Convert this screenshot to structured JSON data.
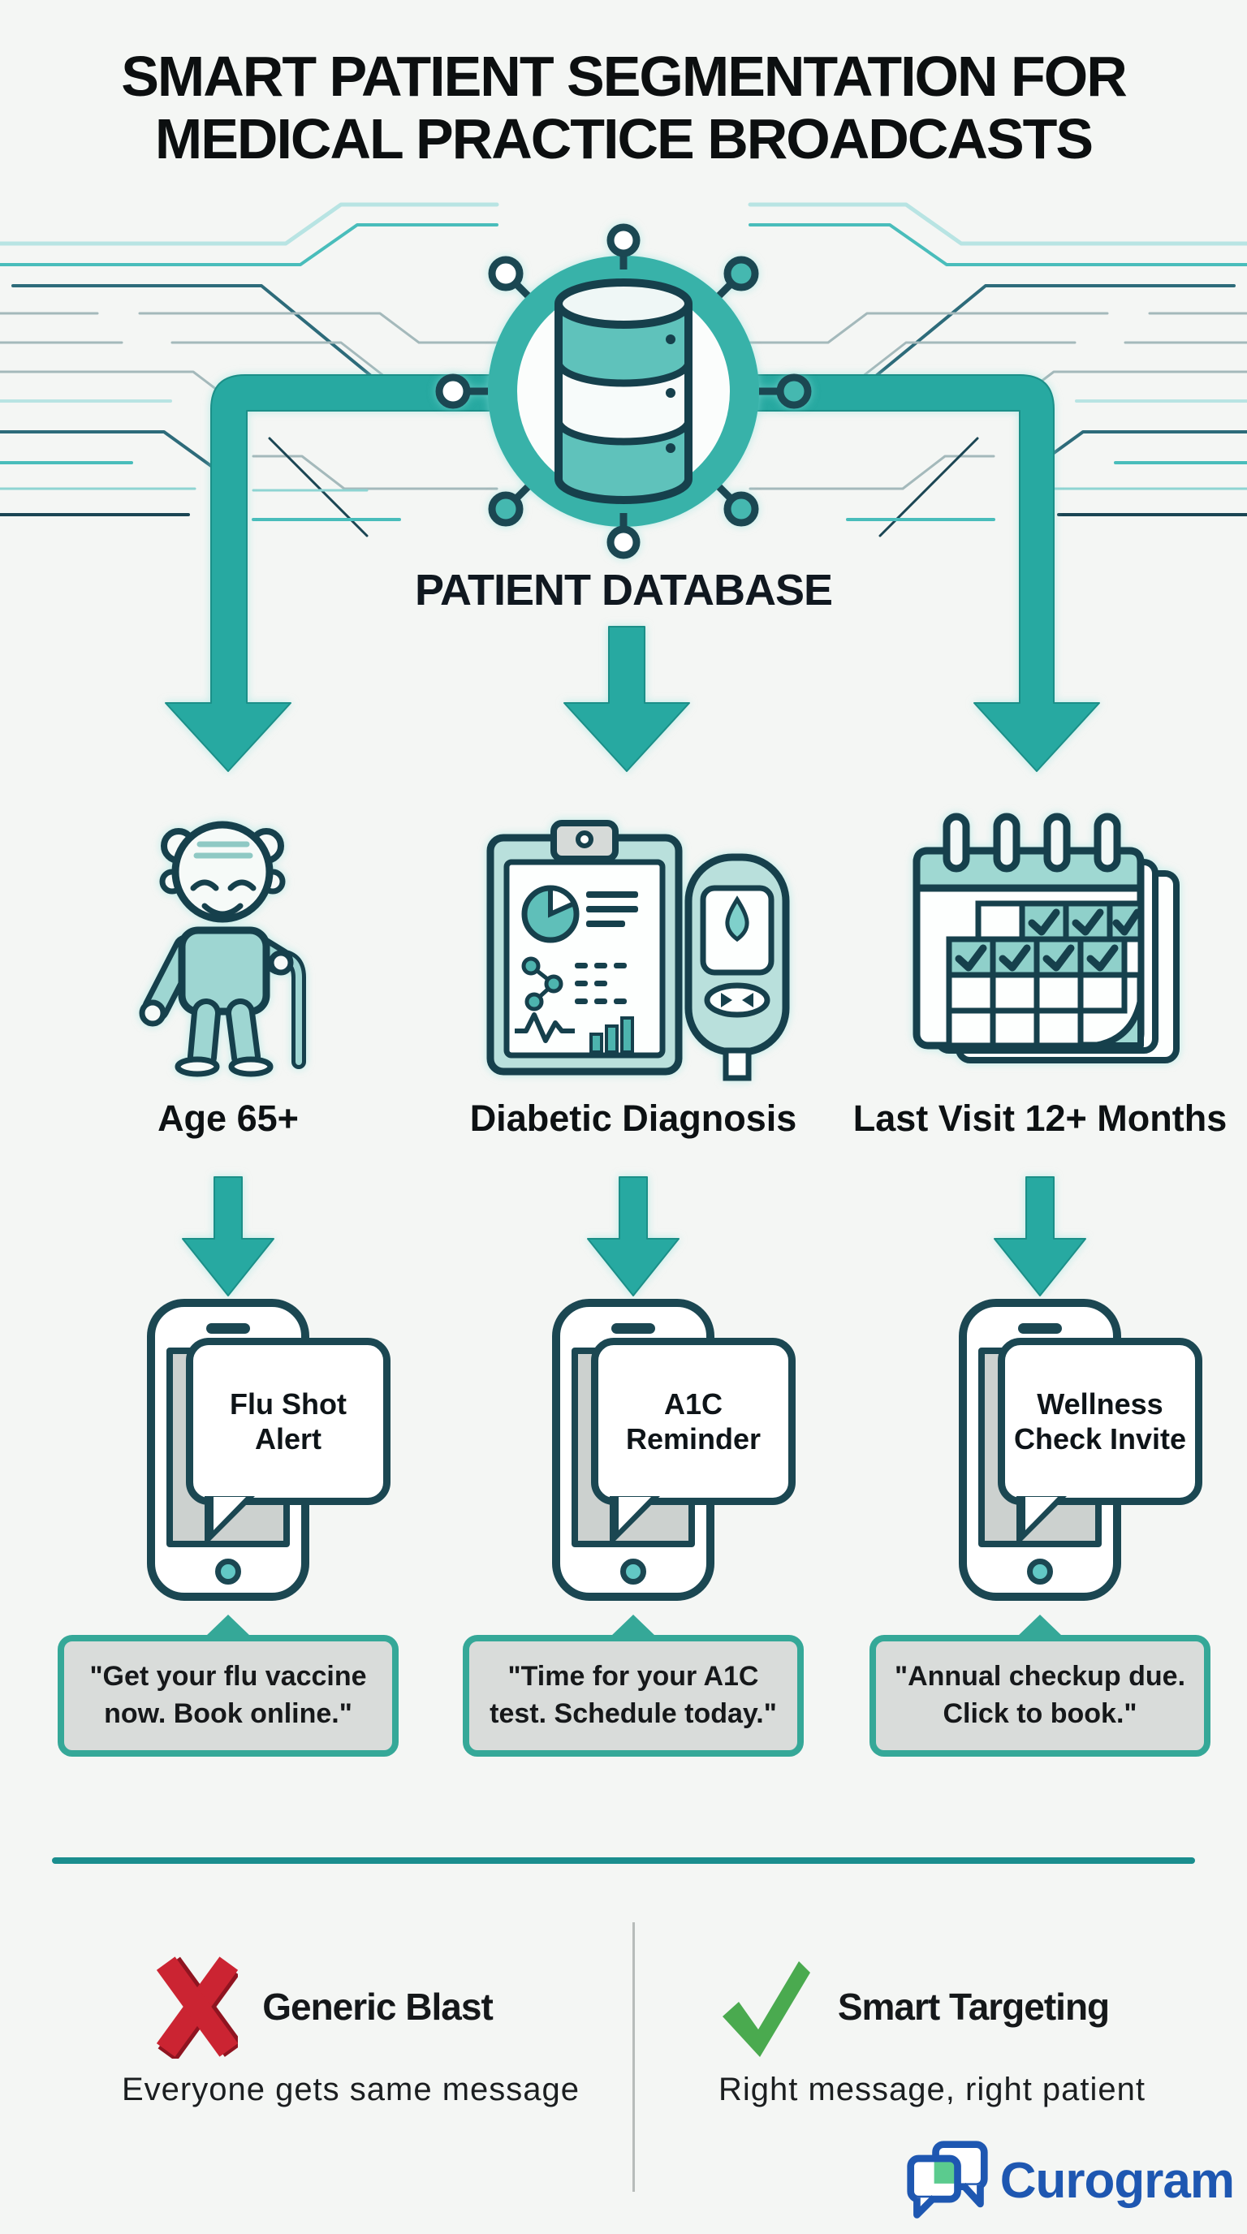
{
  "title": {
    "line1": "SMART PATIENT SEGMENTATION FOR",
    "line2": "MEDICAL PRACTICE BROADCASTS"
  },
  "hub": {
    "label": "PATIENT DATABASE",
    "icon": "patient-database-network-icon"
  },
  "segments": [
    {
      "label": "Age 65+",
      "icon": "elderly-patient-icon",
      "bubble": {
        "line1": "Flu Shot",
        "line2": "Alert"
      },
      "message": {
        "line1": "\"Get your flu vaccine",
        "line2": "now. Book online.\""
      }
    },
    {
      "label": "Diabetic Diagnosis",
      "icon": "diabetic-report-glucometer-icon",
      "bubble": {
        "line1": "A1C",
        "line2": "Reminder"
      },
      "message": {
        "line1": "\"Time for your A1C",
        "line2": "test. Schedule today.\""
      }
    },
    {
      "label": "Last Visit 12+ Months",
      "icon": "calendar-checkmarks-icon",
      "bubble": {
        "line1": "Wellness",
        "line2": "Check Invite"
      },
      "message": {
        "line1": "\"Annual checkup due.",
        "line2": "Click to book.\""
      }
    }
  ],
  "comparison": {
    "left": {
      "icon": "red-x-icon",
      "title": "Generic Blast",
      "subtitle": "Everyone gets same message"
    },
    "right": {
      "icon": "green-check-icon",
      "title": "Smart Targeting",
      "subtitle": "Right message, right patient"
    }
  },
  "brand": {
    "name": "Curogram",
    "icon": "curogram-chat-logo-icon"
  },
  "colors": {
    "background": "#f4f6f4",
    "teal": "#27a9a1",
    "teal_light": "#9ed6d2",
    "outline_dark": "#1b4752",
    "box_fill": "#d9dcda",
    "box_border": "#35a898",
    "red": "#c92532",
    "green": "#4aaa4f",
    "brand_blue": "#1e57b1",
    "text": "#101416"
  }
}
